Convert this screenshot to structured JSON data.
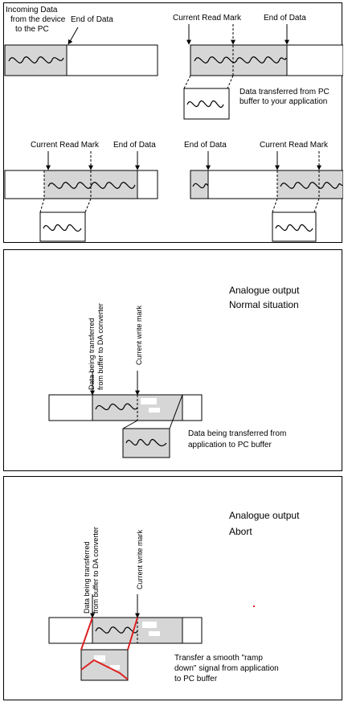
{
  "buffer_panel": {
    "incoming_label_1": "Incoming Data",
    "incoming_label_2": "from the device",
    "incoming_label_3": "to the PC",
    "end_of_data": "End of Data",
    "current_read_mark": "Current Read Mark",
    "transfer_line_1": "Data transferred from PC",
    "transfer_line_2": "buffer to your application"
  },
  "normal_panel": {
    "title": "Analogue output",
    "status": "Normal situation",
    "status_color": "#22aa44",
    "vertical_1a": "Data being transferred",
    "vertical_1b": "from buffer to DA converter",
    "vertical_2": "Current write mark",
    "transfer_line_1": "Data being transferred from",
    "transfer_line_2": "application to PC buffer"
  },
  "abort_panel": {
    "title": "Analogue output",
    "status": "Abort",
    "status_color": "#dd2222",
    "vertical_1a": "Data being transferred",
    "vertical_1b": "from buffer to DA converter",
    "vertical_2": "Current write mark",
    "ramp_line_1": "Transfer a smooth \"ramp",
    "ramp_line_2": "down\" signal from application",
    "ramp_line_3": "to PC buffer"
  }
}
